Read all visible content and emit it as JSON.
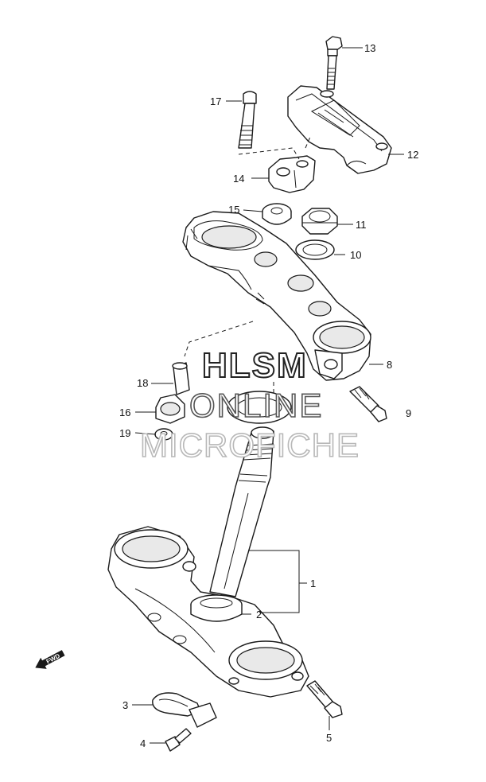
{
  "callouts": [
    {
      "id": "1",
      "label": "1"
    },
    {
      "id": "2",
      "label": "2"
    },
    {
      "id": "3",
      "label": "3"
    },
    {
      "id": "4",
      "label": "4"
    },
    {
      "id": "5",
      "label": "5"
    },
    {
      "id": "8",
      "label": "8"
    },
    {
      "id": "9",
      "label": "9"
    },
    {
      "id": "10",
      "label": "10"
    },
    {
      "id": "11",
      "label": "11"
    },
    {
      "id": "12",
      "label": "12"
    },
    {
      "id": "13",
      "label": "13"
    },
    {
      "id": "14",
      "label": "14"
    },
    {
      "id": "15",
      "label": "15"
    },
    {
      "id": "16",
      "label": "16"
    },
    {
      "id": "17",
      "label": "17"
    },
    {
      "id": "18",
      "label": "18"
    },
    {
      "id": "19",
      "label": "19"
    }
  ],
  "watermark": {
    "line1": "HLSM",
    "line2": "ONLINE",
    "line3": "MICROFICHE"
  },
  "direction_arrow": {
    "label": "FWD",
    "icon": "fwd-arrow-icon"
  }
}
